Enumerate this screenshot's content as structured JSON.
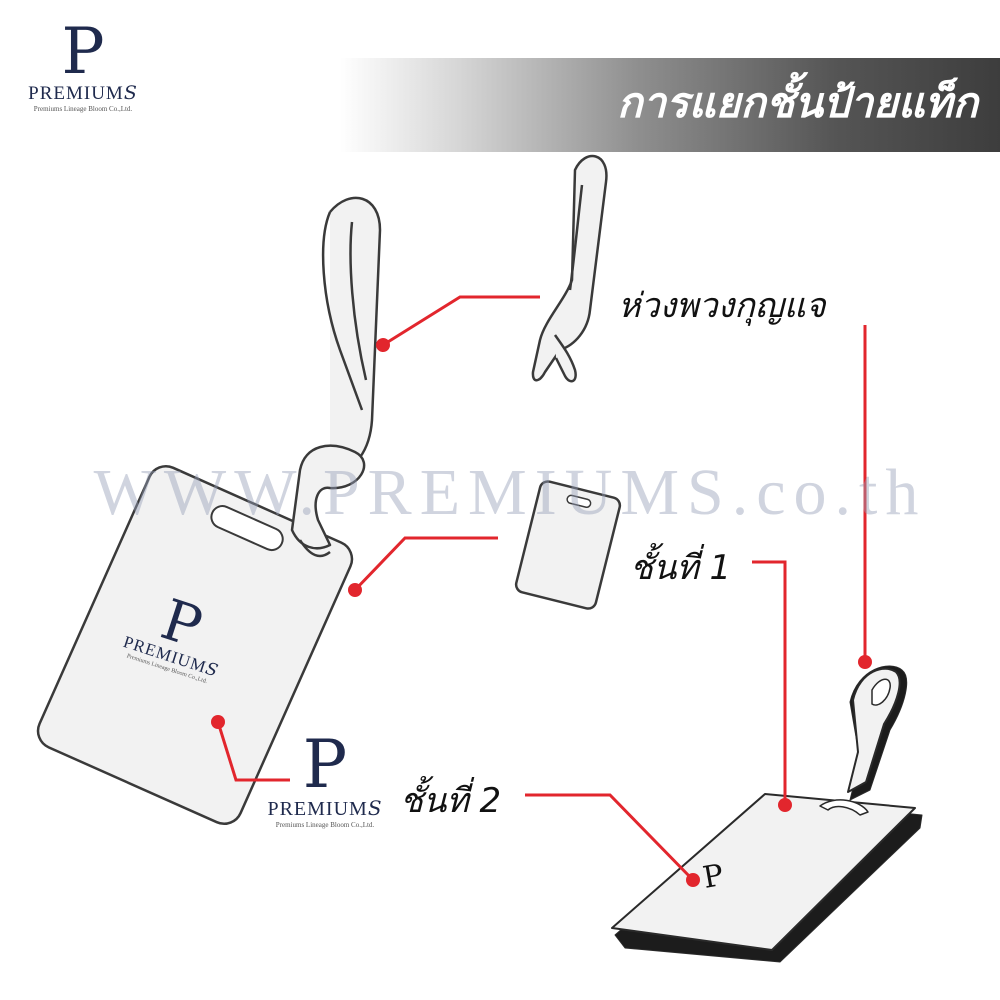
{
  "header": {
    "title": "การแยกชั้นป้ายแท็ก"
  },
  "logo": {
    "letter": "P",
    "wordmark_main": "PREMIUM",
    "wordmark_end": "S",
    "company": "Premiums Lineage Bloom Co.,Ltd."
  },
  "watermark": {
    "text": "WWW.PREMIUMS.co.th"
  },
  "labels": {
    "keyring": "ห่วงพวงกุญแจ",
    "layer1": "ชั้นที่ 1",
    "layer2": "ชั้นที่ 2"
  },
  "colors": {
    "callout_red": "#e2262d",
    "logo_navy": "#1f2a4d",
    "card_fill": "#f2f2f2",
    "outline": "#3a3a3a"
  }
}
